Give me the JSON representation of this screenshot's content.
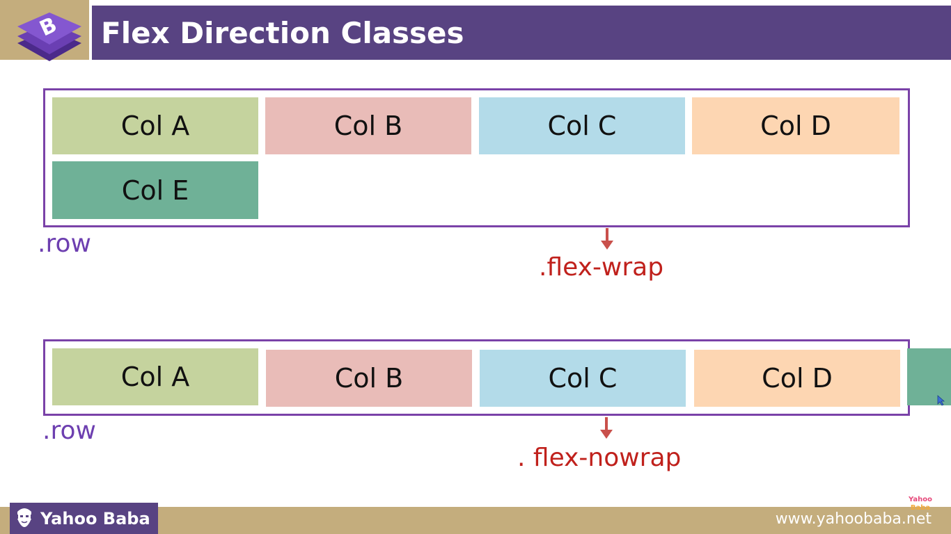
{
  "header": {
    "title": "Flex Direction Classes",
    "logo_icon": "bootstrap-logo-icon",
    "logo_letter": "B"
  },
  "example_wrap": {
    "columns": [
      {
        "label": "Col A",
        "color": "#c5d39e"
      },
      {
        "label": "Col B",
        "color": "#e9bcb8"
      },
      {
        "label": "Col C",
        "color": "#b3dbe9"
      },
      {
        "label": "Col D",
        "color": "#fdd6b2"
      },
      {
        "label": "Col E",
        "color": "#6fb197"
      }
    ],
    "row_label": ".row",
    "class_label": ".flex-wrap"
  },
  "example_nowrap": {
    "columns": [
      {
        "label": "Col A",
        "color": "#c5d39e"
      },
      {
        "label": "Col B",
        "color": "#e9bcb8"
      },
      {
        "label": "Col C",
        "color": "#b3dbe9"
      },
      {
        "label": "Col D",
        "color": "#fdd6b2"
      },
      {
        "label": "",
        "color": "#6fb197"
      }
    ],
    "row_label": ".row",
    "class_label": ". flex-nowrap"
  },
  "footer": {
    "brand": "Yahoo Baba",
    "url": "www.yahoobaba.net",
    "brand_icon": "bearded-man-icon",
    "watermark_line1": "Yahoo",
    "watermark_line2": "Baba"
  },
  "colors": {
    "header_bar": "#584382",
    "header_accent": "#c4ad7d",
    "row_border": "#7a42a8",
    "row_label": "#6d3fb0",
    "class_label": "#c0211c",
    "arrow": "#c9504b"
  }
}
